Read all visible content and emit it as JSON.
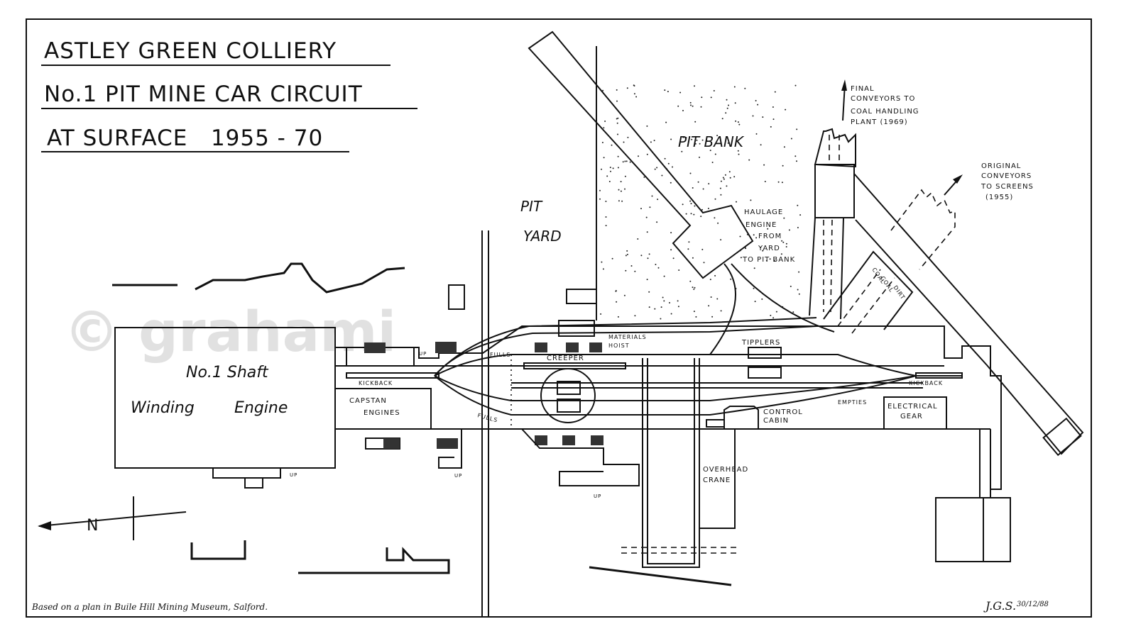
{
  "title": {
    "line1": "ASTLEY GREEN COLLIERY",
    "line2": "No.1 PIT MINE CAR CIRCUIT",
    "line3": "AT SURFACE   1955 - 70"
  },
  "areas": {
    "pit_yard_1": "PIT",
    "pit_yard_2": "YARD",
    "pit_bank": "PIT BANK"
  },
  "buildings": {
    "shaft": "No.1 Shaft",
    "winding_1": "Winding",
    "winding_2": "Engine",
    "capstan_1": "CAPSTAN",
    "capstan_2": "ENGINES",
    "electrical_1": "ELECTRICAL",
    "electrical_2": "GEAR",
    "control_1": "CONTROL",
    "control_2": "CABIN"
  },
  "labels": {
    "materials_1": "MATERIALS",
    "materials_2": "HOIST",
    "creeper": "CREEPER",
    "tipplers": "TIPPLERS",
    "kickback_left": "KICKBACK",
    "kickback_right": "KICKBACK",
    "fulls_top": "FULLS",
    "fulls_bottom": "FULLS",
    "empties": "EMPTIES",
    "up_1": "UP",
    "up_2": "UP",
    "up_3": "UP",
    "up_4": "UP",
    "overhead_1": "OVERHEAD",
    "overhead_2": "CRANE",
    "coal_1": "COAL",
    "coal_2": "COAL",
    "dirt": "DIRT",
    "north": "N"
  },
  "notes": {
    "haulage": [
      "HAULAGE",
      "ENGINE",
      "FROM",
      "YARD",
      "TO PIT BANK"
    ],
    "final_conveyors": [
      "FINAL",
      "CONVEYORS TO",
      "COAL HANDLING",
      "PLANT (1969)"
    ],
    "original_conveyors": [
      "ORIGINAL",
      "CONVEYORS",
      "TO SCREENS",
      "(1955)"
    ]
  },
  "footer": {
    "source": "Based on a plan in Buile Hill Mining Museum, Salford.",
    "signature": "J.G.S.",
    "date": "30/12/88"
  },
  "watermark": "© grahami"
}
